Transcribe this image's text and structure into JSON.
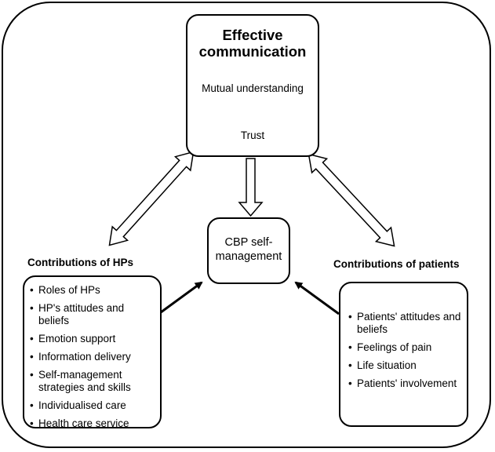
{
  "top_box": {
    "title": "Effective communication",
    "step1": "Mutual understanding",
    "step2": "Trust"
  },
  "center_box": {
    "label": "CBP self-management"
  },
  "hps": {
    "heading": "Contributions of HPs",
    "items": [
      "Roles of HPs",
      "HP's attitudes and beliefs",
      "Emotion support",
      "Information delivery",
      "Self-management strategies and skills",
      "Individualised care",
      "Health care service"
    ]
  },
  "patients": {
    "heading": "Contributions of patients",
    "items": [
      "Patients' attitudes and beliefs",
      "Feelings of pain",
      "Life situation",
      "Patients' involvement"
    ]
  }
}
